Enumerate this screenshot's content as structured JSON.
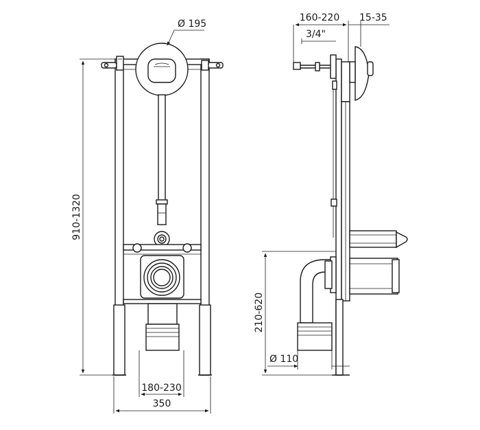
{
  "diagram": {
    "front_view": {
      "diameter_label": "Ø 195",
      "height_label": "910-1320",
      "width_label": "350",
      "foot_spacing_label": "180-230"
    },
    "side_view": {
      "depth_label": "160-220",
      "offset_label": "15-35",
      "thread_label": "3/4\"",
      "height_label": "210-620",
      "pipe_label": "Ø 110"
    }
  }
}
